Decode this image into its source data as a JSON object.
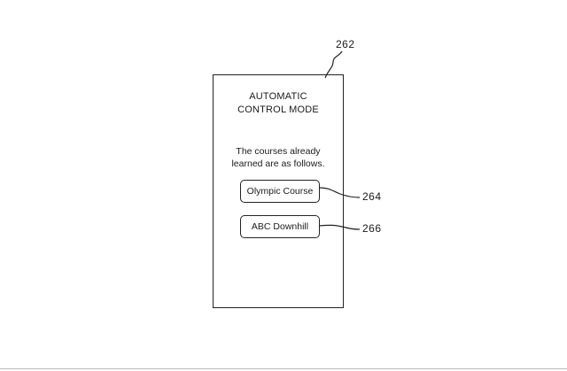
{
  "screen": {
    "title": "AUTOMATIC\nCONTROL MODE",
    "intro": "The courses already\nlearned are as follows.",
    "courses": [
      {
        "label": "Olympic Course"
      },
      {
        "label": "ABC Downhill"
      }
    ]
  },
  "reference_numerals": {
    "screen": "262",
    "course_1": "264",
    "course_2": "266"
  }
}
